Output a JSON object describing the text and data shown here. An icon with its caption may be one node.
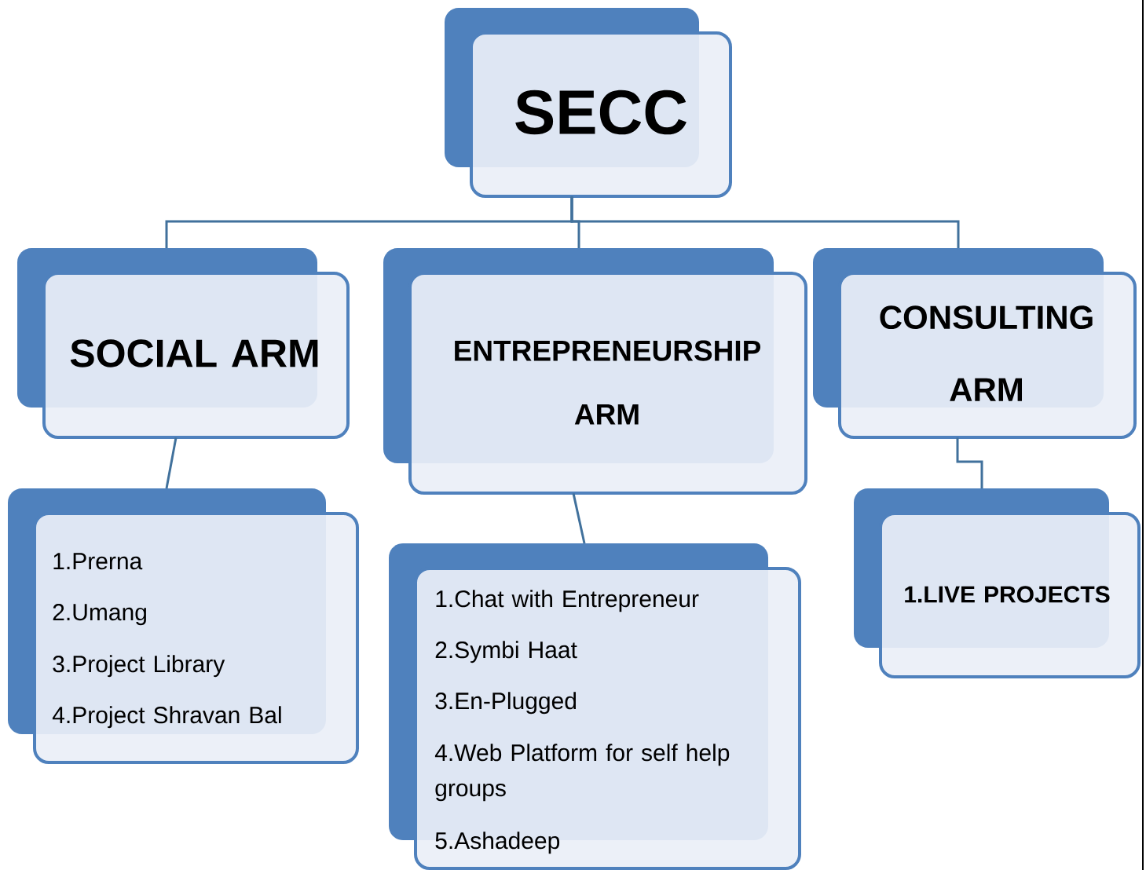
{
  "diagram": {
    "nodes": [
      {
        "text": [
          "SECC"
        ]
      },
      {
        "text": [
          "SOCIAL ARM"
        ]
      },
      {
        "text": [
          "ENTREPRENEURSHIP ARM"
        ]
      },
      {
        "text": [
          "CONSULTING ARM"
        ]
      },
      {
        "text": [
          "1.Prerna",
          "2.Umang",
          "3.Project Library",
          "4.Project Shravan Bal"
        ]
      },
      {
        "text": [
          "1.Chat with Entrepreneur",
          "2.Symbi Haat",
          "3.En-Plugged",
          "4.Web Platform for self help groups",
          "5.Ashadeep"
        ]
      },
      {
        "text": [
          "1.LIVE PROJECTS"
        ]
      }
    ],
    "edges": [
      {
        "from": 0,
        "to": 1,
        "arrow": "none"
      },
      {
        "from": 0,
        "to": 2,
        "arrow": "none"
      },
      {
        "from": 0,
        "to": 3,
        "arrow": "none"
      },
      {
        "from": 1,
        "to": 4,
        "arrow": "none"
      },
      {
        "from": 2,
        "to": 5,
        "arrow": "none"
      },
      {
        "from": 3,
        "to": 6,
        "arrow": "none"
      }
    ]
  }
}
